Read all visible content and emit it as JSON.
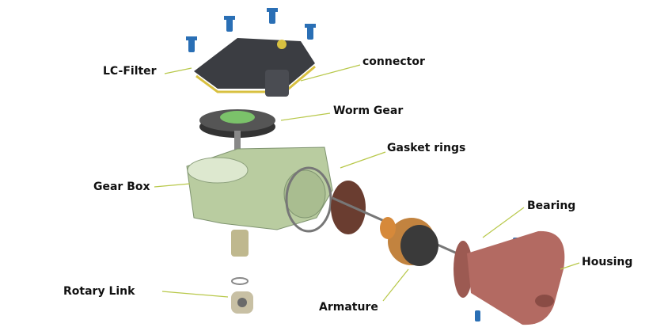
{
  "title": "Wiper motor exploded view",
  "labels": {
    "lc_filter": "LC-Filter",
    "connector": "connector",
    "worm_gear": "Worm Gear",
    "gasket_rings": "Gasket rings",
    "gear_box": "Gear Box",
    "bearing": "Bearing",
    "housing": "Housing",
    "rotary_link": "Rotary Link",
    "armature": "Armature"
  },
  "colors": {
    "leader": "#b8c84a",
    "gearbox": "#b9cca0",
    "cover": "#3b3d42",
    "housing": "#b36a62",
    "screw": "#2a6fb5"
  }
}
